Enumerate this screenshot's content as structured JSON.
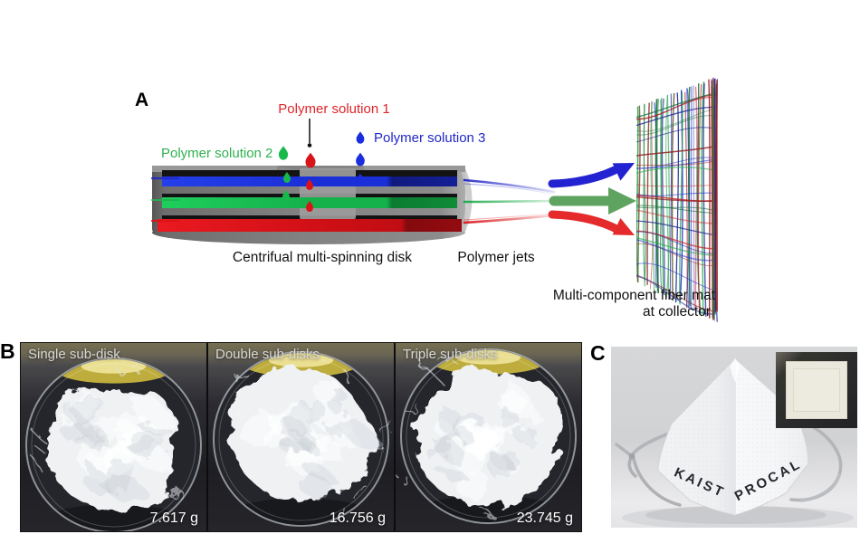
{
  "panel_a": {
    "label": "A",
    "labels": {
      "solution1": "Polymer solution 1",
      "solution2": "Polymer solution 2",
      "solution3": "Polymer solution 3",
      "disk_caption": "Centrifual multi-spinning disk",
      "jets_caption": "Polymer jets",
      "mat_caption_line1": "Multi-component fiber mat",
      "mat_caption_line2": "at collector"
    },
    "colors": {
      "red": "#e02428",
      "green": "#2fb14f",
      "blue": "#2127c8",
      "arrow_green": "#5fa360"
    }
  },
  "panel_b": {
    "label": "B",
    "photos": [
      {
        "title": "Single sub-disk",
        "weight": "7.617 g"
      },
      {
        "title": "Double sub-disks",
        "weight": "16.756 g"
      },
      {
        "title": "Triple sub-disks",
        "weight": "23.745 g"
      }
    ]
  },
  "panel_c": {
    "label": "C",
    "mask_text_left": "KAIST",
    "mask_text_right": "PROCAL"
  }
}
